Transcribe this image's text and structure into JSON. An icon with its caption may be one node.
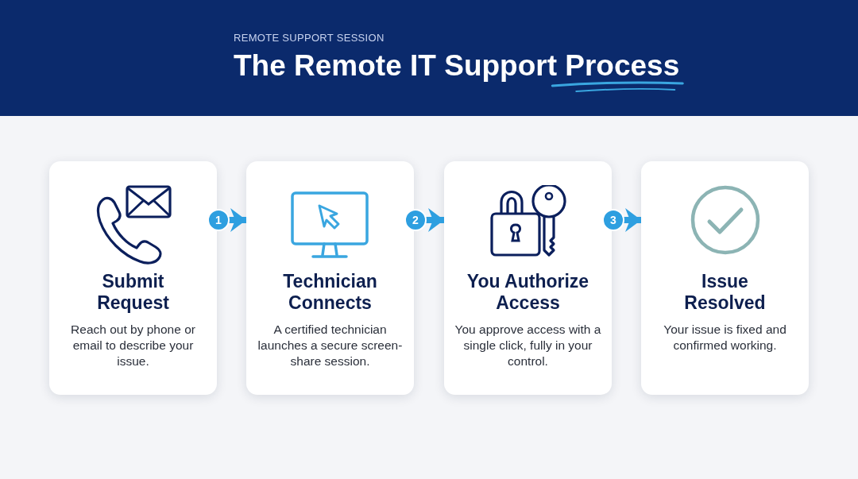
{
  "diagram": {
    "title": "The Remote IT Support Process",
    "nodes": [
      {
        "text": [
          "Submit Request",
          "Reach out by phone or email to describe your issue."
        ]
      },
      {
        "text": [
          "Technician Connects",
          "A certified technician launches a secure screen-share session."
        ]
      },
      {
        "text": [
          "You Authorize Access",
          "You approve access with a single click, fully in your control."
        ]
      },
      {
        "text": [
          "Issue Resolved",
          "Your issue is fixed and confirmed working."
        ]
      }
    ],
    "edges": [
      {
        "from": 0,
        "to": 1,
        "arrow": "to",
        "label": "1"
      },
      {
        "from": 1,
        "to": 2,
        "arrow": "to",
        "label": "2"
      },
      {
        "from": 2,
        "to": 3,
        "arrow": "to",
        "label": "3"
      }
    ],
    "labels": [
      "REMOTE SUPPORT SESSION"
    ]
  }
}
